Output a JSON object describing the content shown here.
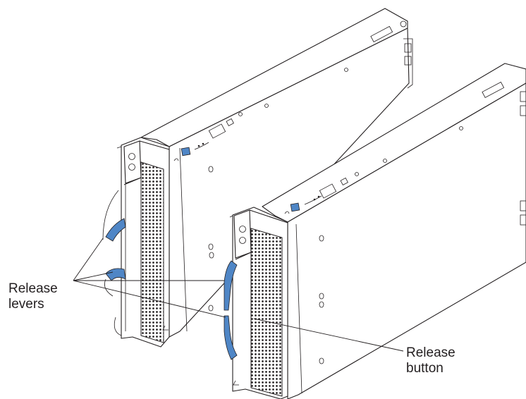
{
  "labels": {
    "release_levers": [
      "Release",
      "levers"
    ],
    "release_button": [
      "Release",
      "button"
    ]
  },
  "colors": {
    "line": "#231f20",
    "lever_blue": "#4f86c6",
    "background": "#ffffff"
  }
}
